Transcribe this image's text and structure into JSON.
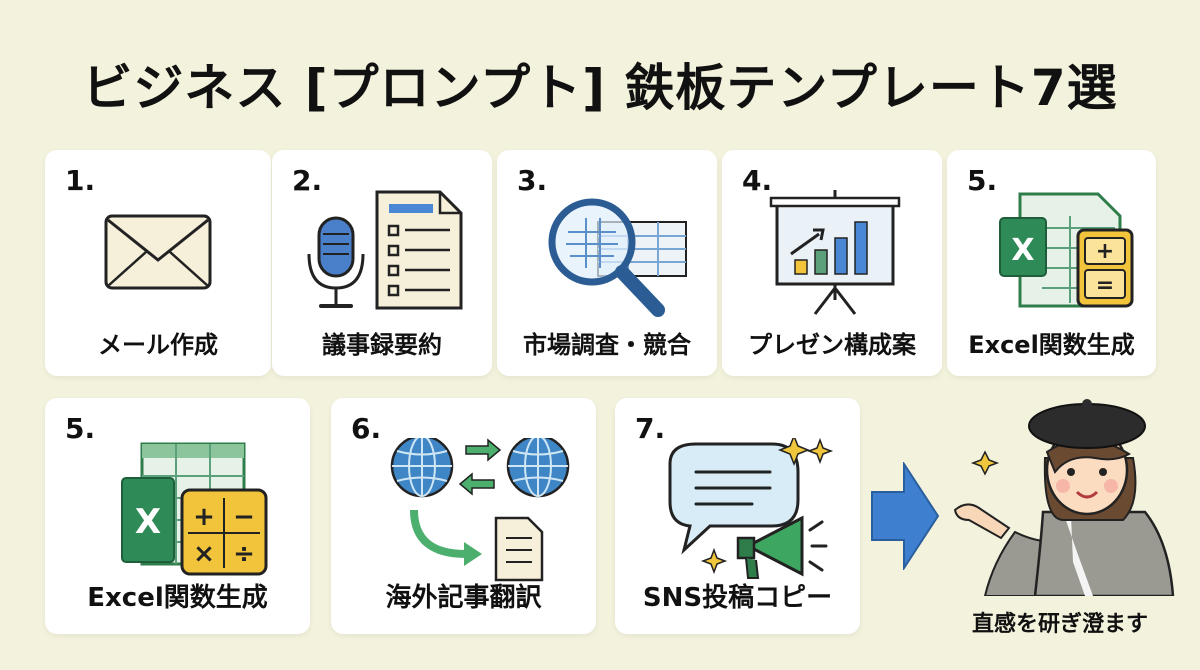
{
  "title": "ビジネス [プロンプト] 鉄板テンプレート7選",
  "cards_row1": [
    {
      "number": "1.",
      "label": "メール作成",
      "icon": "envelope-icon"
    },
    {
      "number": "2.",
      "label": "議事録要約",
      "icon": "microphone-document-icon"
    },
    {
      "number": "3.",
      "label": "市場調査・競合",
      "icon": "magnifier-spreadsheet-icon"
    },
    {
      "number": "4.",
      "label": "プレゼン構成案",
      "icon": "presentation-board-icon"
    },
    {
      "number": "5.",
      "label": "Excel関数生成",
      "icon": "excel-calculator-icon"
    }
  ],
  "cards_row2": [
    {
      "number": "5.",
      "label": "Excel関数生成",
      "icon": "excel-calculator-icon"
    },
    {
      "number": "6.",
      "label": "海外記事翻訳",
      "icon": "globe-translation-icon"
    },
    {
      "number": "7.",
      "label": "SNS投稿コピー",
      "icon": "speech-megaphone-icon"
    }
  ],
  "excel_letter": "X",
  "calc_symbols": [
    "+",
    "−",
    "×",
    "÷"
  ],
  "calc_symbols_small": [
    "+",
    "="
  ],
  "caption": "直感を研ぎ澄ます",
  "colors": {
    "background": "#f3f2dc",
    "card": "#ffffff",
    "accent_blue": "#3f7fcf",
    "excel_green": "#2e8b57",
    "calc_yellow": "#f2c43c",
    "sparkle": "#f0c73c"
  }
}
